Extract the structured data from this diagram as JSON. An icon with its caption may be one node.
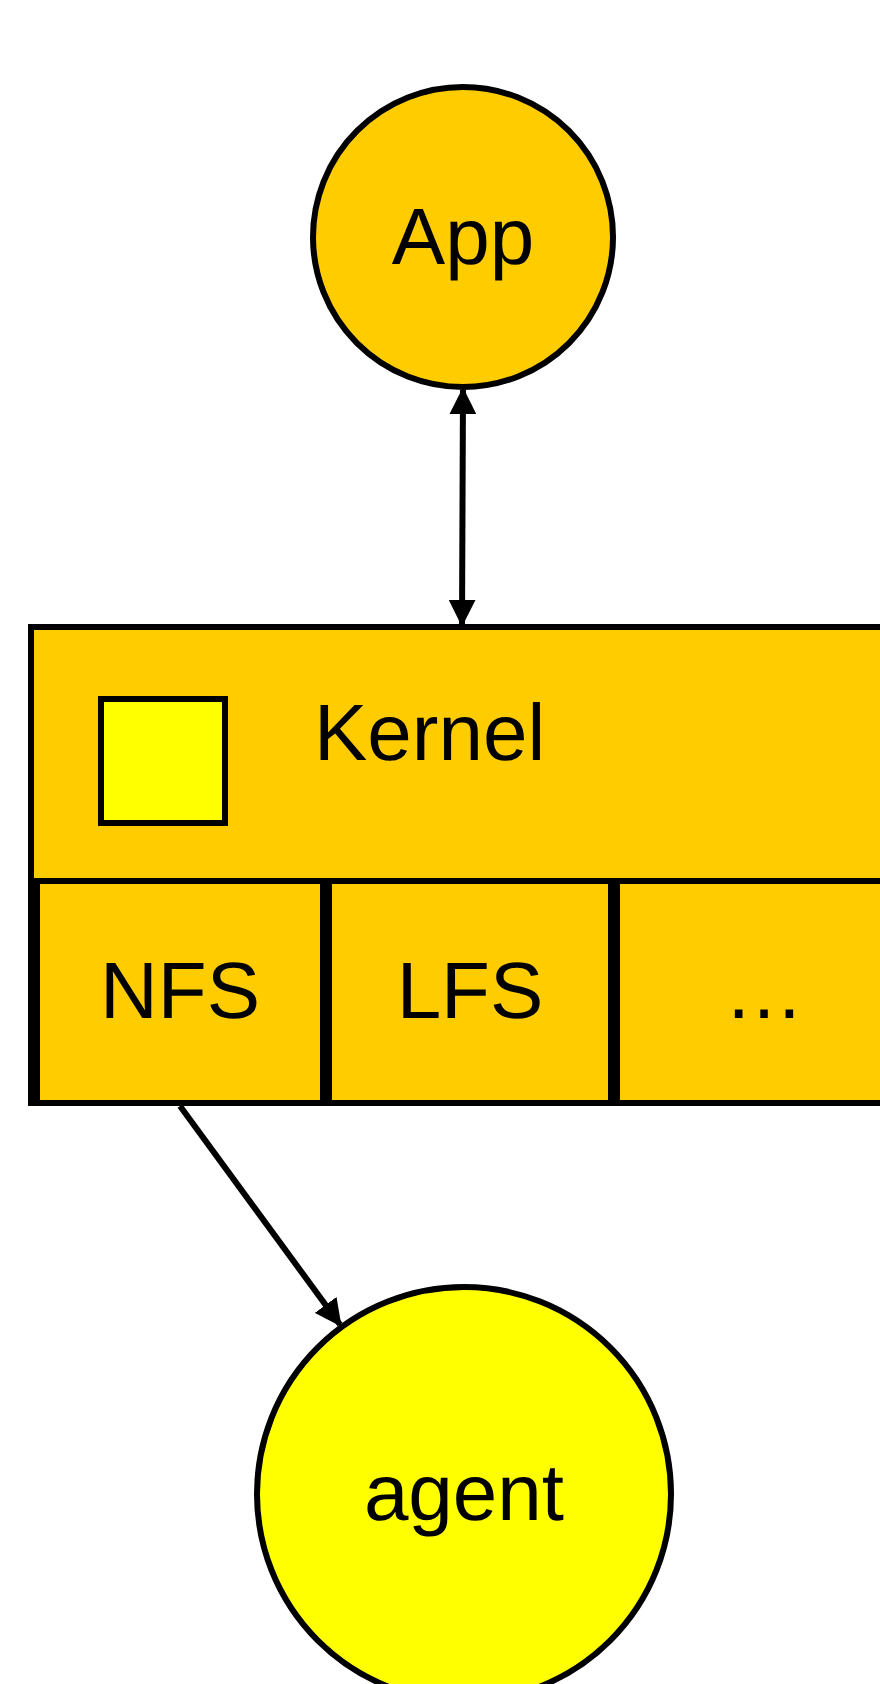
{
  "diagram": {
    "nodes": [
      {
        "text": [
          "App"
        ]
      },
      {
        "text": [
          "Kernel"
        ]
      },
      {
        "text": [],
        "shape": "box",
        "in": 1
      },
      {
        "text": [
          "NFS"
        ],
        "in": 1
      },
      {
        "text": [
          "LFS"
        ],
        "in": 1
      },
      {
        "text": [
          "…"
        ],
        "in": 1
      },
      {
        "text": [
          "agent"
        ]
      }
    ],
    "edges": [
      {
        "from": 0,
        "to": 1,
        "arrow": "both"
      },
      {
        "from": 3,
        "to": 6,
        "arrow": "to"
      }
    ]
  }
}
